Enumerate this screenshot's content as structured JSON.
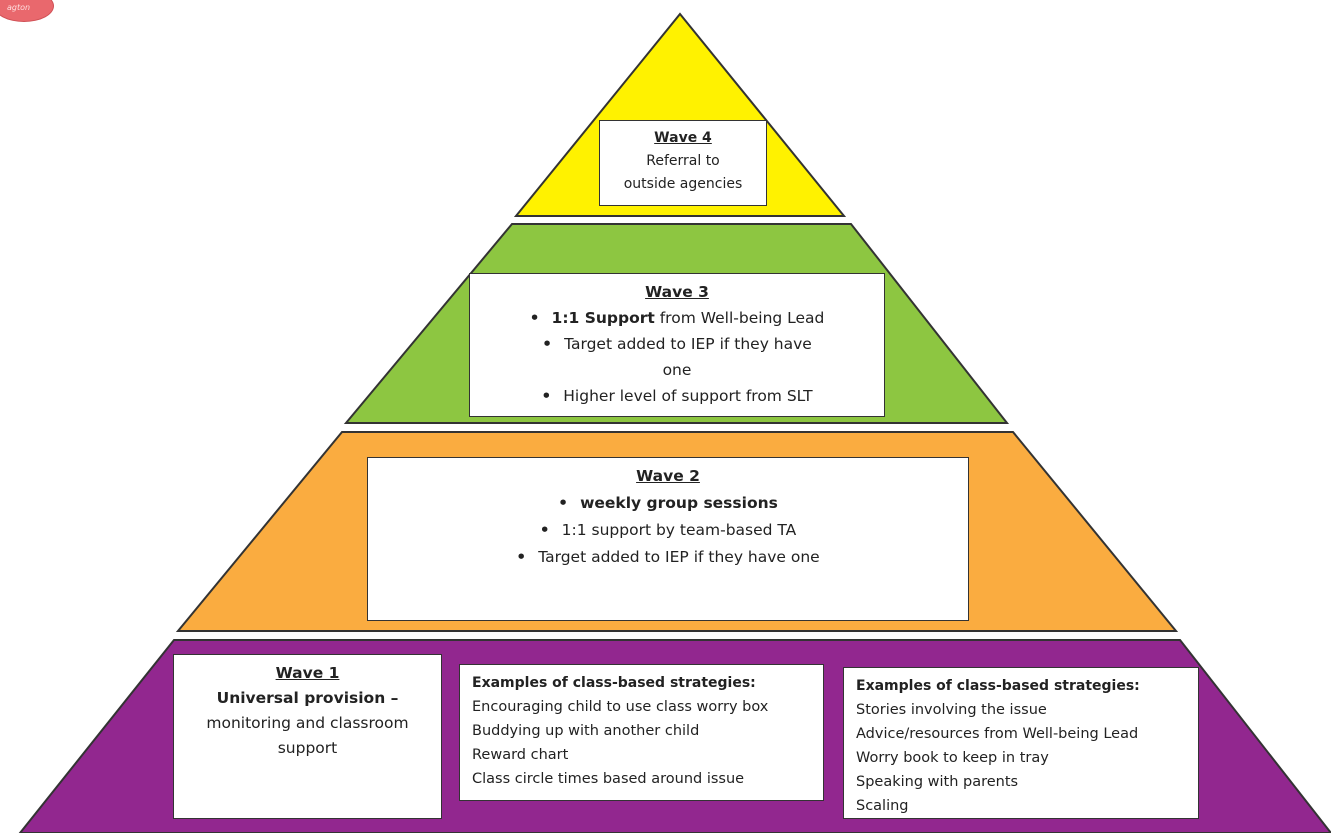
{
  "logo": {
    "text": "agton"
  },
  "colors": {
    "wave4": "#FFF200",
    "wave3": "#8DC641",
    "wave2": "#FAAC40",
    "wave1": "#92278F",
    "stroke": "#333333"
  },
  "wave4": {
    "title": "Wave 4",
    "lines": [
      "Referral to",
      "outside agencies"
    ]
  },
  "wave3": {
    "title": "Wave 3",
    "items": [
      {
        "bold": "1:1 Support",
        "text": " from Well-being Lead"
      },
      {
        "bold": "",
        "text": "Target added to IEP if they have"
      },
      {
        "bold": "",
        "text": "Higher level of support from SLT"
      }
    ],
    "continuation": "one"
  },
  "wave2": {
    "title": "Wave 2",
    "items": [
      "weekly group sessions",
      "1:1 support by team-based TA",
      "Target added to IEP if they have one"
    ]
  },
  "wave1": {
    "title": "Wave 1",
    "subtitle": "Universal provision –",
    "lines": [
      "monitoring and classroom",
      "support"
    ]
  },
  "examples_left": {
    "heading": "Examples of class-based strategies:",
    "items": [
      "Encouraging child to use class worry box",
      "Buddying up with another child",
      "Reward chart",
      "Class circle times based around issue"
    ]
  },
  "examples_right": {
    "heading": "Examples of class-based strategies:",
    "items": [
      "Stories involving the issue",
      "Advice/resources from Well-being Lead",
      "Worry book to keep in tray",
      "Speaking with parents",
      "Scaling"
    ]
  }
}
